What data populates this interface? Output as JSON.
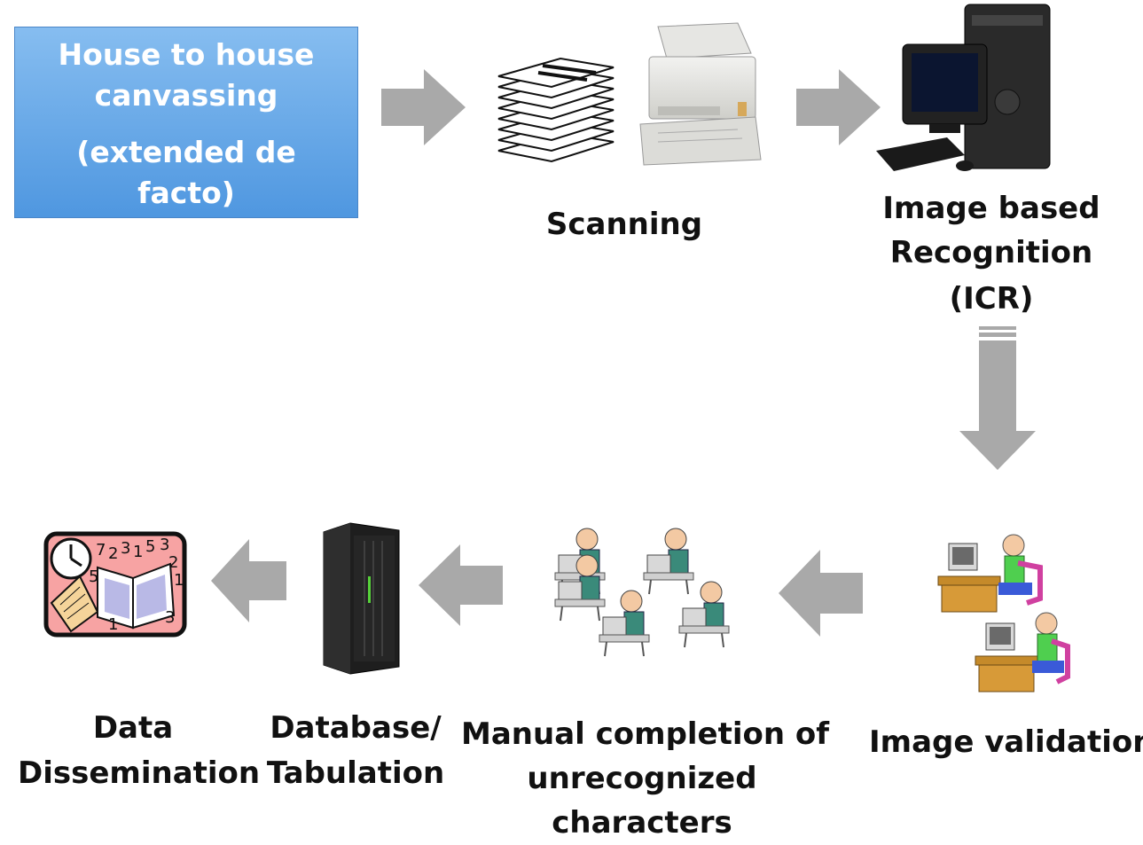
{
  "steps": {
    "canvassing": {
      "lines": [
        "House to house",
        "canvassing",
        "(extended de",
        "facto)"
      ],
      "icon": "house-canvassing-box"
    },
    "scanning": {
      "lines": [
        "Scanning"
      ],
      "icon": "scanner-icon"
    },
    "recognition": {
      "lines": [
        "Image based",
        "Recognition",
        "(ICR)"
      ],
      "icon": "computer-icon"
    },
    "validation": {
      "lines": [
        "Image validation"
      ],
      "icon": "operators-at-desks-icon"
    },
    "manual": {
      "lines": [
        "Manual completion of",
        "unrecognized",
        "characters"
      ],
      "icon": "group-of-operators-icon"
    },
    "database": {
      "lines": [
        "Database/",
        "Tabulation"
      ],
      "icon": "server-tower-icon"
    },
    "dissemination": {
      "lines": [
        "Data",
        "Dissemination"
      ],
      "icon": "data-dissemination-icon"
    }
  },
  "colors": {
    "box_gradient_top": "#86bdf0",
    "box_gradient_bottom": "#4f97e0",
    "arrow": "#a9a9a9",
    "label_text": "#111111"
  }
}
